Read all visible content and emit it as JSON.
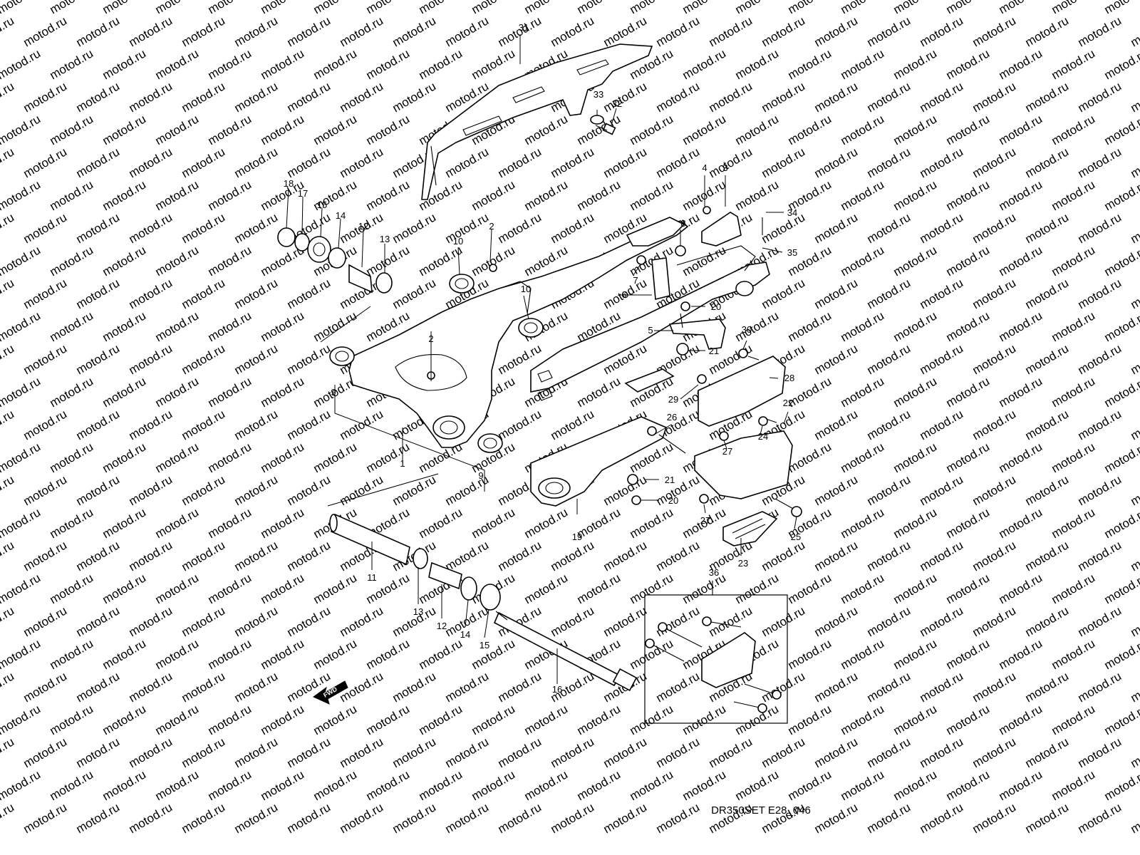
{
  "diagram": {
    "code": "DR350SET E28_046",
    "watermark": "motod.ru",
    "direction_marker": "FWD",
    "callouts": [
      "1",
      "2",
      "3",
      "4",
      "5",
      "6",
      "7",
      "8",
      "9",
      "10",
      "11",
      "12",
      "13",
      "14",
      "15",
      "16",
      "17",
      "18",
      "19",
      "20",
      "21",
      "22",
      "23",
      "24",
      "25",
      "26",
      "27",
      "28",
      "29",
      "30",
      "31",
      "32",
      "33",
      "34",
      "35",
      "36"
    ],
    "colors": {
      "line": "#000000",
      "background": "#ffffff",
      "watermark": "#bdbdbd"
    }
  }
}
